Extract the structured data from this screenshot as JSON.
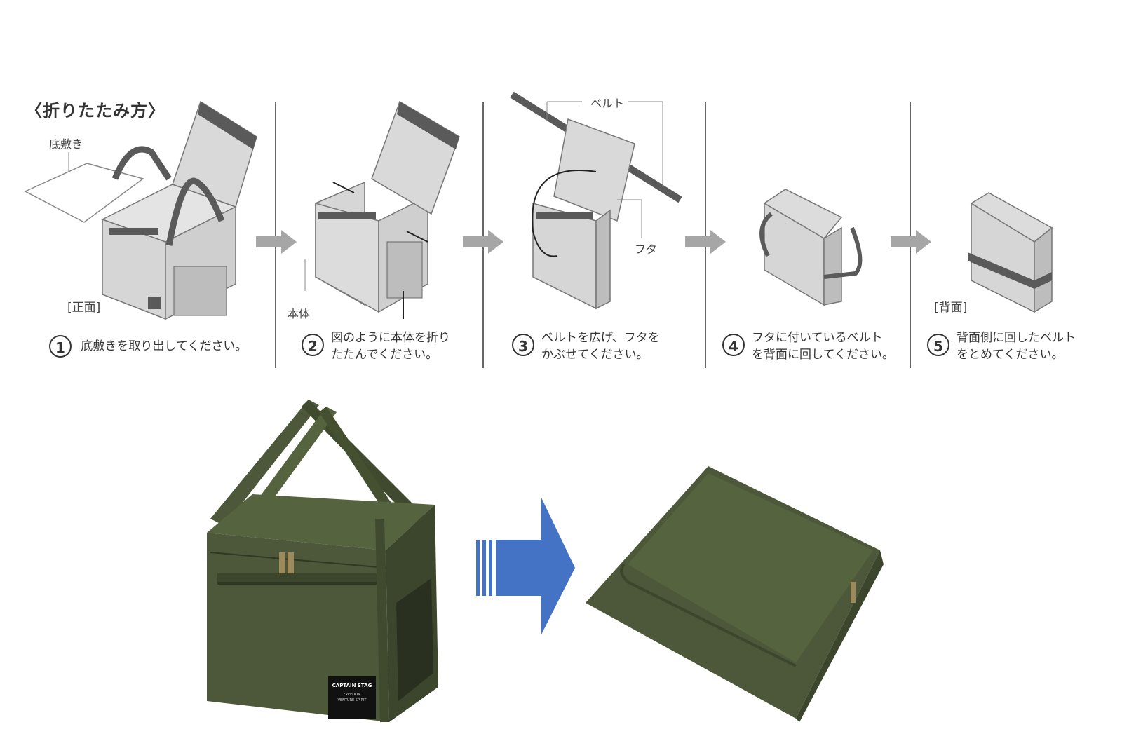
{
  "title": "〈折りたたみ方〉",
  "labels": {
    "bottom_plate": "底敷き",
    "front": "[正面]",
    "body": "本体",
    "belt": "ベルト",
    "lid": "フタ",
    "back": "[背面]"
  },
  "steps": [
    {
      "number": "1",
      "text_lines": [
        "底敷きを取り出してください。"
      ]
    },
    {
      "number": "2",
      "text_lines": [
        "図のように本体を折り",
        "たたんでください。"
      ]
    },
    {
      "number": "3",
      "text_lines": [
        "ベルトを広げ、フタを",
        "かぶせてください。"
      ]
    },
    {
      "number": "4",
      "text_lines": [
        "フタに付いているベルト",
        "を背面に回してください。"
      ]
    },
    {
      "number": "5",
      "text_lines": [
        "背面側に回したベルト",
        "をとめてください。"
      ]
    }
  ],
  "product_label": {
    "brand": "CAPTAIN STAG",
    "line1": "FREEDOM",
    "line2": "VENTURE SPIRIT"
  },
  "colors": {
    "olive": "#4c5839",
    "olive_dark": "#3b462c",
    "olive_light": "#5c6a47",
    "diagram_gray": "#d6d6d6",
    "strap_gray": "#5a5a5a",
    "arrow_gray": "#a6a6a6",
    "blue_arrow": "#4472c4"
  }
}
